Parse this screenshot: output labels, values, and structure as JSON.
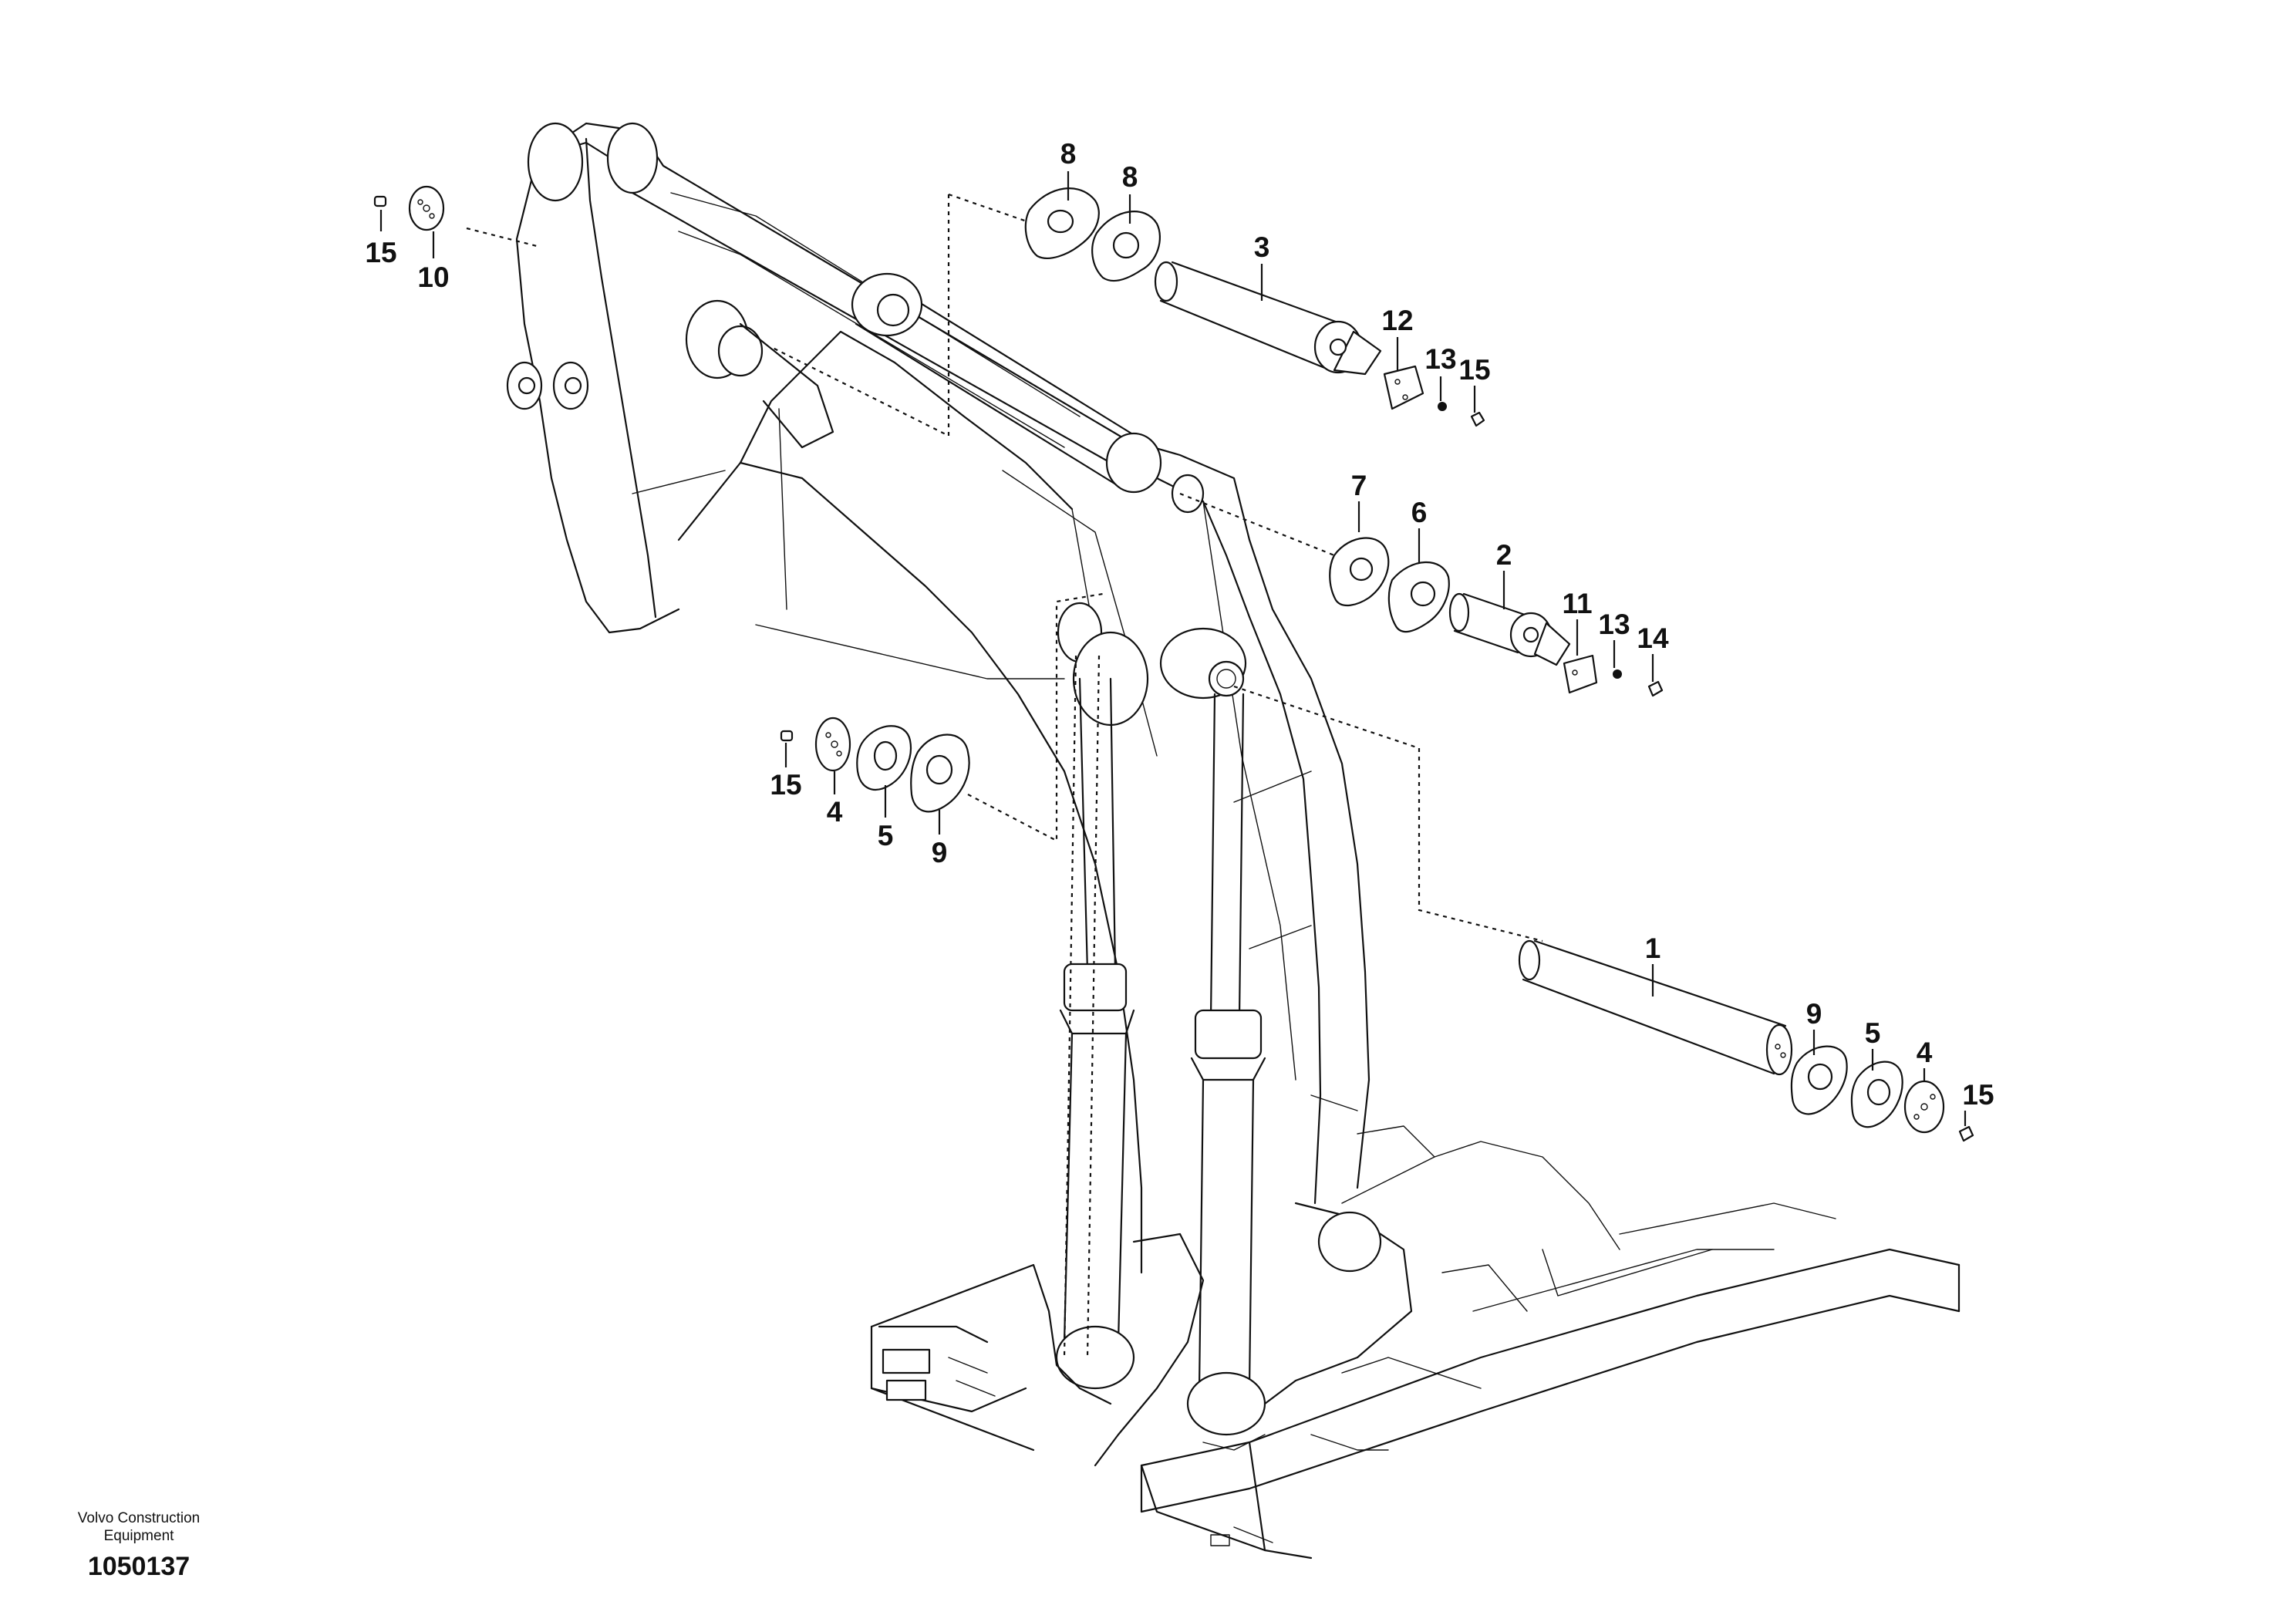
{
  "figure": {
    "manufacturer_line1": "Volvo Construction",
    "manufacturer_line2": "Equipment",
    "reference_number": "1050137"
  },
  "callouts": [
    {
      "id": "c-8a",
      "label": "8"
    },
    {
      "id": "c-8b",
      "label": "8"
    },
    {
      "id": "c-3",
      "label": "3"
    },
    {
      "id": "c-12",
      "label": "12"
    },
    {
      "id": "c-13a",
      "label": "13"
    },
    {
      "id": "c-15a",
      "label": "15"
    },
    {
      "id": "c-15b",
      "label": "15"
    },
    {
      "id": "c-10",
      "label": "10"
    },
    {
      "id": "c-7",
      "label": "7"
    },
    {
      "id": "c-6",
      "label": "6"
    },
    {
      "id": "c-2",
      "label": "2"
    },
    {
      "id": "c-11",
      "label": "11"
    },
    {
      "id": "c-13b",
      "label": "13"
    },
    {
      "id": "c-14",
      "label": "14"
    },
    {
      "id": "c-15c",
      "label": "15"
    },
    {
      "id": "c-4a",
      "label": "4"
    },
    {
      "id": "c-5a",
      "label": "5"
    },
    {
      "id": "c-9a",
      "label": "9"
    },
    {
      "id": "c-1",
      "label": "1"
    },
    {
      "id": "c-9b",
      "label": "9"
    },
    {
      "id": "c-5b",
      "label": "5"
    },
    {
      "id": "c-4b",
      "label": "4"
    },
    {
      "id": "c-15d",
      "label": "15"
    }
  ]
}
